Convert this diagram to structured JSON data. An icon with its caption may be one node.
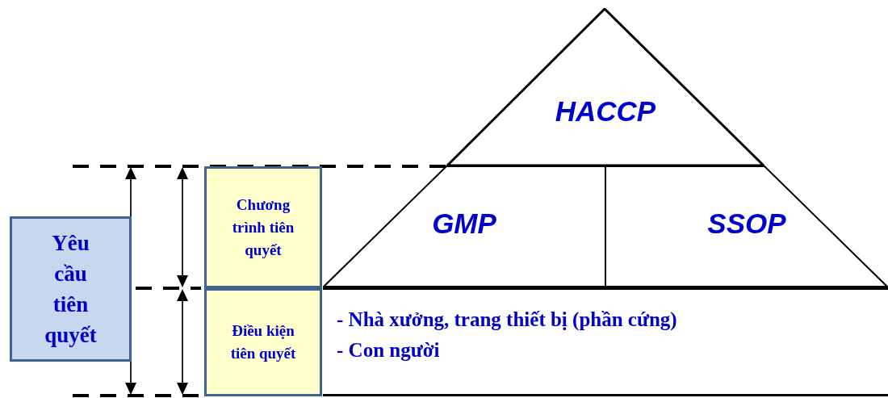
{
  "diagram": {
    "nodes": [
      {
        "text": [
          "Yêu cầu tiên quyết"
        ]
      },
      {
        "text": [
          "Chương trình tiên quyết"
        ]
      },
      {
        "text": [
          "Điều kiện tiên quyết"
        ]
      },
      {
        "text": [
          "HACCP"
        ]
      },
      {
        "text": [
          "GMP"
        ]
      },
      {
        "text": [
          "SSOP"
        ]
      },
      {
        "text": [
          "- Nhà xưởng, trang thiết bị (phần cứng)",
          "- Con người"
        ]
      }
    ]
  }
}
